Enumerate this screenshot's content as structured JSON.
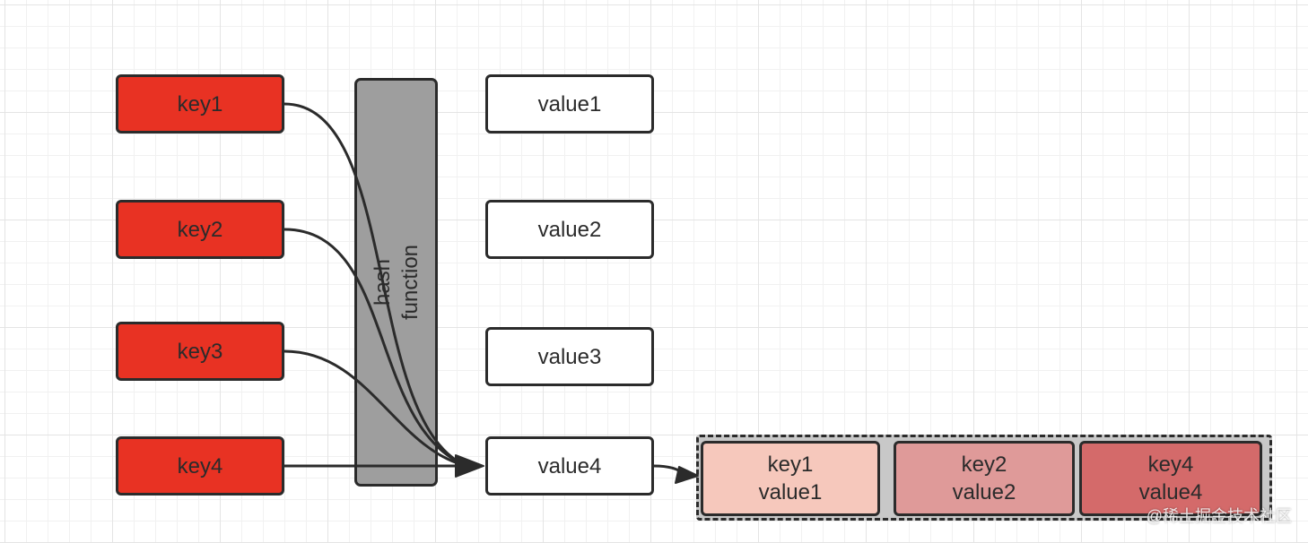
{
  "keys": [
    {
      "label": "key1"
    },
    {
      "label": "key2"
    },
    {
      "label": "key3"
    },
    {
      "label": "key4"
    }
  ],
  "hash_function": {
    "label": "hash\nfunction"
  },
  "values": [
    {
      "label": "value1"
    },
    {
      "label": "value2"
    },
    {
      "label": "value3"
    },
    {
      "label": "value4"
    }
  ],
  "bucket_entries": [
    {
      "key": "key1",
      "value": "value1"
    },
    {
      "key": "key2",
      "value": "value2"
    },
    {
      "key": "key4",
      "value": "value4"
    }
  ],
  "watermark": "@稀土掘金技术社区",
  "colors": {
    "key_fill": "#e83223",
    "hash_fill": "#9e9e9e",
    "bucket_fill": "#c8c8c8",
    "entry1_fill": "#f6c8bc",
    "entry2_fill": "#df9a99",
    "entry3_fill": "#d46a6a",
    "stroke": "#2b2b2b"
  }
}
